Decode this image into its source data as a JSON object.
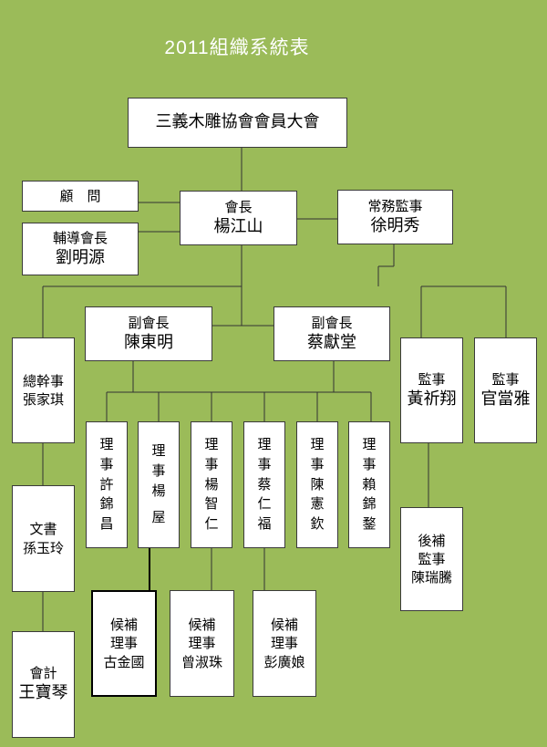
{
  "title": "2011組織系統表",
  "assembly": "三義木雕協會會員大會",
  "advisor": "顧　問",
  "president": {
    "role": "會長",
    "name": "楊江山"
  },
  "guidance": {
    "role": "輔導會長",
    "name": "劉明源"
  },
  "standing_supervisor": {
    "role": "常務監事",
    "name": "徐明秀"
  },
  "vice_presidents": [
    {
      "role": "副會長",
      "name": "陳東明"
    },
    {
      "role": "副會長",
      "name": "蔡獻堂"
    }
  ],
  "secretary_general": {
    "role": "總幹事",
    "name": "張家琪"
  },
  "clerk": {
    "role": "文書",
    "name": "孫玉玲"
  },
  "accountant": {
    "role": "會計",
    "name": "王寶琴"
  },
  "supervisors": [
    {
      "role": "監事",
      "name": "黃祈翔"
    },
    {
      "role": "監事",
      "name": "官當雅"
    }
  ],
  "alt_supervisor": {
    "role1": "後補",
    "role2": "監事",
    "name": "陳瑞騰"
  },
  "directors": [
    {
      "r1": "理",
      "r2": "事",
      "n": [
        "許",
        "錦",
        "昌"
      ]
    },
    {
      "r1": "理",
      "r2": "事",
      "n": [
        "楊",
        "",
        "屋"
      ]
    },
    {
      "r1": "理",
      "r2": "事",
      "n": [
        "楊",
        "智",
        "仁"
      ]
    },
    {
      "r1": "理",
      "r2": "事",
      "n": [
        "蔡",
        "仁",
        "福"
      ]
    },
    {
      "r1": "理",
      "r2": "事",
      "n": [
        "陳",
        "憲",
        "欽"
      ]
    },
    {
      "r1": "理",
      "r2": "事",
      "n": [
        "賴",
        "錦",
        "鍪"
      ]
    }
  ],
  "alt_directors": [
    {
      "role1": "候補",
      "role2": "理事",
      "name": "古金國"
    },
    {
      "role1": "候補",
      "role2": "理事",
      "name": "曾淑珠"
    },
    {
      "role1": "候補",
      "role2": "理事",
      "name": "彭廣娘"
    }
  ]
}
